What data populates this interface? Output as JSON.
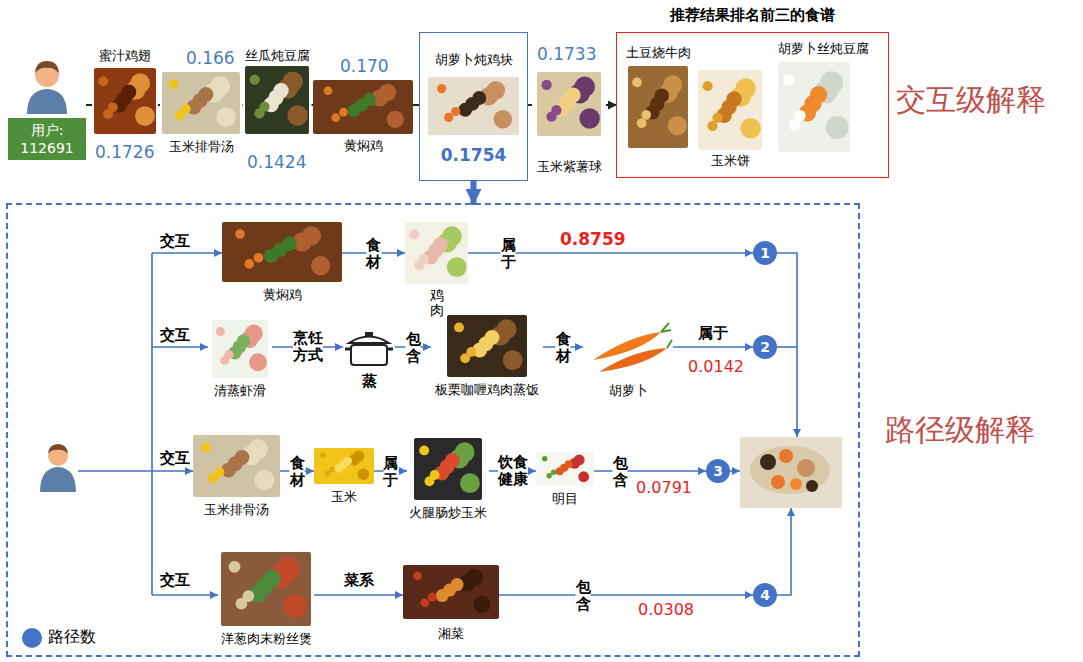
{
  "diagram": {
    "nodes": [
      {
        "text": [
          "用户: 112691"
        ]
      },
      {
        "text": [
          "蜜汁鸡翅"
        ]
      },
      {
        "text": [
          "玉米排骨汤"
        ]
      },
      {
        "text": [
          "丝瓜炖豆腐"
        ]
      },
      {
        "text": [
          "黄焖鸡"
        ]
      },
      {
        "text": [
          "胡萝卜炖鸡块",
          "0.1754"
        ]
      },
      {
        "text": [
          "玉米紫薯球"
        ]
      },
      {
        "text": [
          "推荐结果排名前三的食谱"
        ]
      },
      {
        "text": [
          "土豆烧牛肉"
        ],
        "in": 7
      },
      {
        "text": [
          "玉米饼"
        ],
        "in": 7
      },
      {
        "text": [
          "胡萝卜丝炖豆腐"
        ],
        "in": 7
      },
      {
        "text": [
          "路径级解释"
        ]
      },
      {
        "text": [
          "黄焖鸡"
        ],
        "in": 11
      },
      {
        "text": [
          "鸡肉"
        ],
        "in": 11
      },
      {
        "text": [
          "1"
        ],
        "in": 11
      },
      {
        "text": [
          "清蒸虾滑"
        ],
        "in": 11
      },
      {
        "text": [
          "蒸"
        ],
        "in": 11
      },
      {
        "text": [
          "板栗咖喱鸡肉蒸饭"
        ],
        "in": 11
      },
      {
        "text": [
          "胡萝卜"
        ],
        "in": 11
      },
      {
        "text": [
          "2"
        ],
        "in": 11
      },
      {
        "text": [
          "玉米排骨汤"
        ],
        "in": 11
      },
      {
        "text": [
          "玉米"
        ],
        "in": 11
      },
      {
        "text": [
          "火腿肠炒玉米"
        ],
        "in": 11
      },
      {
        "text": [
          "明目"
        ],
        "in": 11
      },
      {
        "text": [
          "3"
        ],
        "in": 11
      },
      {
        "text": [
          "洋葱肉末粉丝煲"
        ],
        "in": 11
      },
      {
        "text": [
          "湘菜"
        ],
        "in": 11
      },
      {
        "text": [
          "4"
        ],
        "in": 11
      }
    ],
    "edges": [
      {
        "from": 0,
        "to": 1,
        "arrow": "none"
      },
      {
        "from": 1,
        "to": 2,
        "arrow": "none"
      },
      {
        "from": 2,
        "to": 3,
        "arrow": "none"
      },
      {
        "from": 3,
        "to": 4,
        "arrow": "none"
      },
      {
        "from": 4,
        "to": 5,
        "arrow": "none"
      },
      {
        "from": 5,
        "to": 6,
        "arrow": "none"
      },
      {
        "from": 6,
        "to": 7,
        "arrow": "to"
      },
      {
        "from": 5,
        "to": 11,
        "arrow": "to"
      },
      {
        "from": 12,
        "to": 13,
        "label": "食材",
        "arrow": "to"
      },
      {
        "from": 13,
        "to": 14,
        "label": "属于",
        "arrow": "to"
      },
      {
        "from": 15,
        "to": 16,
        "label": "烹饪方式",
        "arrow": "to"
      },
      {
        "from": 16,
        "to": 17,
        "label": "包含",
        "arrow": "to"
      },
      {
        "from": 17,
        "to": 18,
        "label": "食材",
        "arrow": "to"
      },
      {
        "from": 18,
        "to": 19,
        "label": "属于",
        "arrow": "to"
      },
      {
        "from": 20,
        "to": 21,
        "label": "食材",
        "arrow": "to"
      },
      {
        "from": 21,
        "to": 22,
        "label": "属于",
        "arrow": "to"
      },
      {
        "from": 22,
        "to": 23,
        "label": "饮食健康",
        "arrow": "to"
      },
      {
        "from": 23,
        "to": 24,
        "label": "包含",
        "arrow": "to"
      },
      {
        "from": 25,
        "to": 26,
        "label": "菜系",
        "arrow": "to"
      },
      {
        "from": 26,
        "to": 27,
        "label": "包含",
        "arrow": "to"
      }
    ],
    "labels": [
      "交互级解释",
      "0.1726",
      "0.166",
      "0.1424",
      "0.170",
      "0.1733",
      "交互",
      "交互",
      "交互",
      "交互",
      "0.8759",
      "0.0142",
      "0.0791",
      "0.0308"
    ],
    "legend": [
      {
        "text": "路径数",
        "color": "#4472c4"
      }
    ]
  }
}
